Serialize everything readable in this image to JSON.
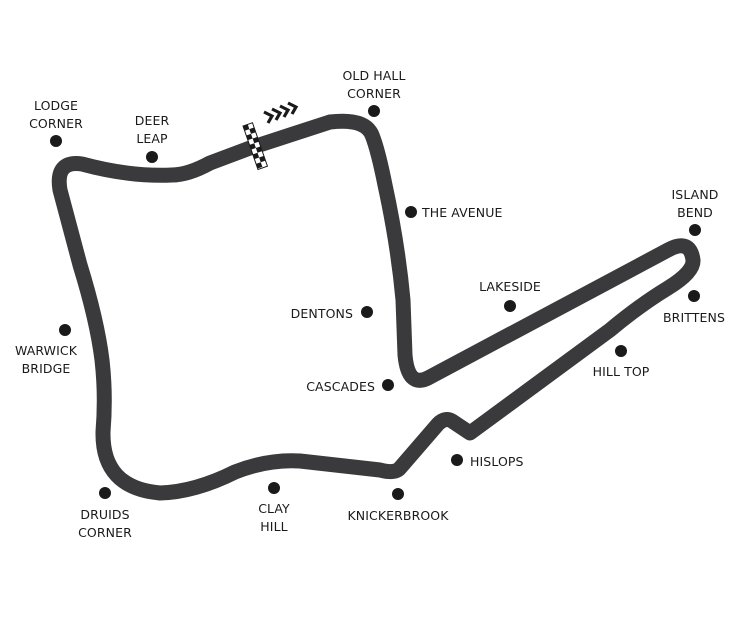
{
  "map": {
    "track_color": "#3a3a3c",
    "dot_color": "#1a1a1a",
    "start_finish": {
      "icon": "checkered-flag-icon",
      "direction_icon": "direction-chevrons-icon"
    },
    "corners": [
      {
        "id": "lodge-corner",
        "lines": [
          "LODGE",
          "CORNER"
        ]
      },
      {
        "id": "deer-leap",
        "lines": [
          "DEER",
          "LEAP"
        ]
      },
      {
        "id": "old-hall-corner",
        "lines": [
          "OLD HALL",
          "CORNER"
        ]
      },
      {
        "id": "the-avenue",
        "lines": [
          "THE AVENUE"
        ]
      },
      {
        "id": "island-bend",
        "lines": [
          "ISLAND",
          "BEND"
        ]
      },
      {
        "id": "lakeside",
        "lines": [
          "LAKESIDE"
        ]
      },
      {
        "id": "dentons",
        "lines": [
          "DENTONS"
        ]
      },
      {
        "id": "brittens",
        "lines": [
          "BRITTENS"
        ]
      },
      {
        "id": "warwick-bridge",
        "lines": [
          "WARWICK",
          "BRIDGE"
        ]
      },
      {
        "id": "cascades",
        "lines": [
          "CASCADES"
        ]
      },
      {
        "id": "hill-top",
        "lines": [
          "HILL TOP"
        ]
      },
      {
        "id": "hislops",
        "lines": [
          "HISLOPS"
        ]
      },
      {
        "id": "druids-corner",
        "lines": [
          "DRUIDS",
          "CORNER"
        ]
      },
      {
        "id": "clay-hill",
        "lines": [
          "CLAY",
          "HILL"
        ]
      },
      {
        "id": "knickerbrook",
        "lines": [
          "KNICKERBROOK"
        ]
      }
    ]
  }
}
